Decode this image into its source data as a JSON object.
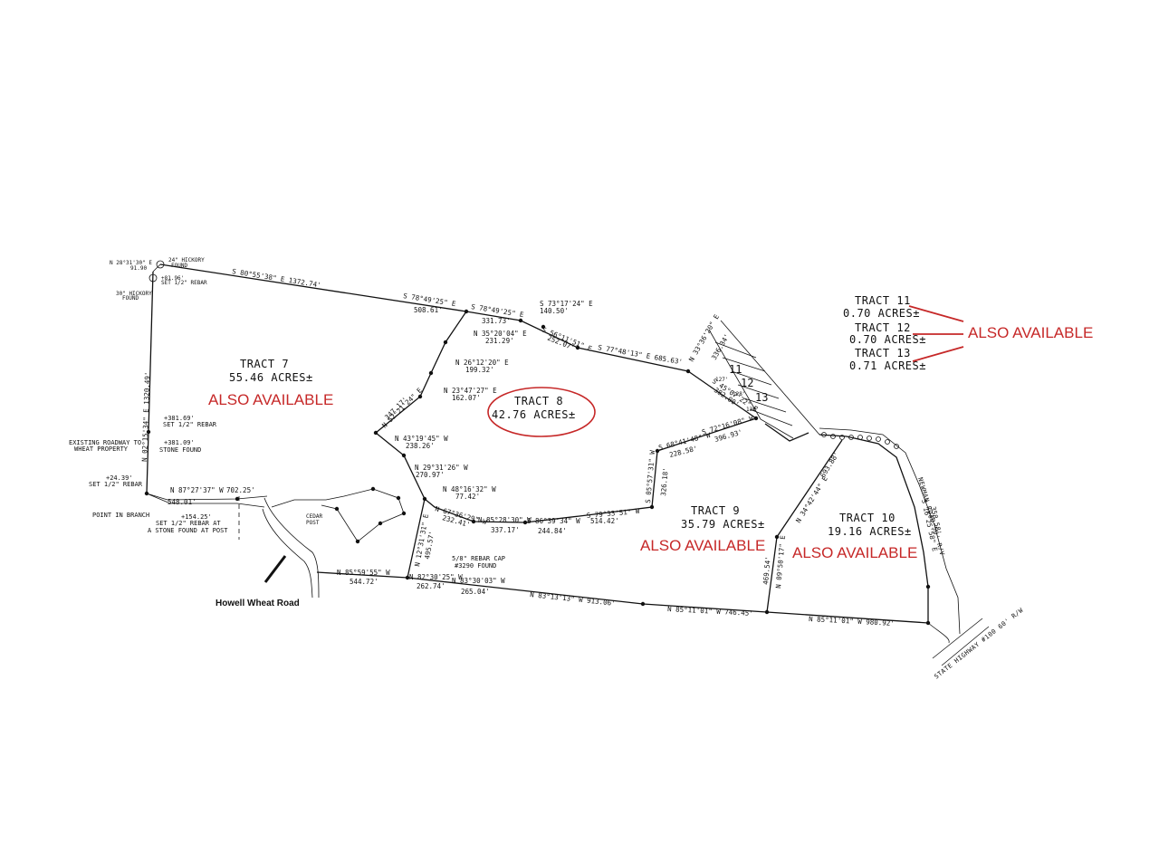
{
  "tracts": {
    "t7": {
      "name": "TRACT 7",
      "acres": "55.46 ACRES±",
      "status": "ALSO AVAILABLE"
    },
    "t8": {
      "name": "TRACT 8",
      "acres": "42.76 ACRES±"
    },
    "t9": {
      "name": "TRACT 9",
      "acres": "35.79 ACRES±",
      "status": "ALSO AVAILABLE"
    },
    "t10": {
      "name": "TRACT 10",
      "acres": "19.16 ACRES±",
      "status": "ALSO AVAILABLE"
    },
    "t11": {
      "name": "TRACT 11",
      "acres": "0.70 ACRES±"
    },
    "t12": {
      "name": "TRACT 12",
      "acres": "0.70 ACRES±"
    },
    "t13": {
      "name": "TRACT 13",
      "acres": "0.71 ACRES±"
    },
    "small_group_status": "ALSO AVAILABLE"
  },
  "lots": {
    "l11": "11",
    "l12": "12",
    "l13": "13"
  },
  "roads": {
    "howell": "Howell Wheat Road",
    "newman": "NEWMAN ROAD 50' R/V",
    "highway": "STATE HIGHWAY #100 60' R/W"
  },
  "notes": {
    "hickory24": "24\" HICKORY",
    "found": "FOUND",
    "set_rebar": "SET 1/2\" REBAR",
    "hickory30": "30\" HICKORY",
    "n_corner": "N 28°31'30\" E",
    "n_corner_d": "91.90",
    "plus_8196": "+81.96'",
    "plus_38169": "+381.69'",
    "set_rebar2": "SET 1/2\" REBAR",
    "existing1": "EXISTING ROADWAY TO",
    "existing2": "WHEAT PROPERTY",
    "plus_38109": "+381.09'",
    "stone_found": "STONE FOUND",
    "plus_2439": "+24.39'",
    "set_rebar3": "SET 1/2\" REBAR",
    "point_branch": "POINT IN BRANCH",
    "plus_15425": "+154.25'",
    "set_rebar_at": "SET 1/2\" REBAR AT",
    "stone_post": "A STONE FOUND AT POST",
    "cedar": "CEDAR",
    "post": "POST",
    "rebar_cap": "5/8\" REBAR CAP",
    "found_3290": "#3290 FOUND"
  },
  "bearings": {
    "b1": "S 80°55'38\" E  1372.74'",
    "b2a": "S 78°49'25\" E",
    "b2b": "508.61'",
    "b3a": "S 78°49'25\" E",
    "b3b": "331.73'",
    "b4a": "S 73°17'24\" E",
    "b4b": "140.50'",
    "b5a": "S 56°11'51\" E",
    "b5b": "252.07'",
    "b6": "S 77°48'13\" E  685.63'",
    "b7a": "N 33°36'20\" E",
    "b7b": "336.34'",
    "b8a": "N 35°20'04\" E",
    "b8b": "231.29'",
    "b9a": "N 26°12'20\" E",
    "b9b": "199.32'",
    "b10a": "N 23°47'27\" E",
    "b10b": "162.07'",
    "b11": "347.17'",
    "b12": "N 52°21'24\" E",
    "b13a": "N 43°19'45\" W",
    "b13b": "238.26'",
    "b14a": "N 29°31'26\" W",
    "b14b": "270.97'",
    "b15a": "N 48°16'32\" W",
    "b15b": "77.42'",
    "b16a": "N 67°36'29\" W",
    "b16b": "232.41'",
    "b17a": "N 85°28'30\" W",
    "b17b": "337.17'",
    "b18a": "S 86°39'34\" W",
    "b18b": "244.84'",
    "b19a": "S 79°33'51\" W",
    "b19b": "514.42'",
    "b20a": "S 05°57'31\" W",
    "b20b": "326.18'",
    "b21a": "S 68°41'48\" W",
    "b21b": "228.58'",
    "b22a": "S 72°16'08\" W",
    "b22b": "396.93'",
    "b23a": "S 45°07'22\" E",
    "b23b": "382.00'",
    "b24": "127'",
    "b25": "128'",
    "b26": "130'",
    "b27a": "N 34°42'44\" E",
    "b27b": "693.88'",
    "b28a": "N 09°50'17\" E",
    "b28b": "469.54'",
    "b29a": "S 16°25'58\" E",
    "b29b": "358.58'",
    "b30": "N 02°15'34\" E  1320.49'",
    "b31a": "N 87°27'37\" W",
    "b31b": "702.25'",
    "b32": "548.01'",
    "b33a": "N 12°31'31\" E",
    "b33b": "495.57'",
    "b34a": "N 85°59'55\" W",
    "b34b": "544.72'",
    "b35a": "N 82°30'25\" W",
    "b35b": "262.74'",
    "b36a": "N 83°30'03\" W",
    "b36b": "265.04'",
    "b37": "N 83°13'13\" W  913.06'",
    "b38": "N 85°11'01\" W  746.45'",
    "b39": "N 85°11'01\" W  980.92'"
  }
}
